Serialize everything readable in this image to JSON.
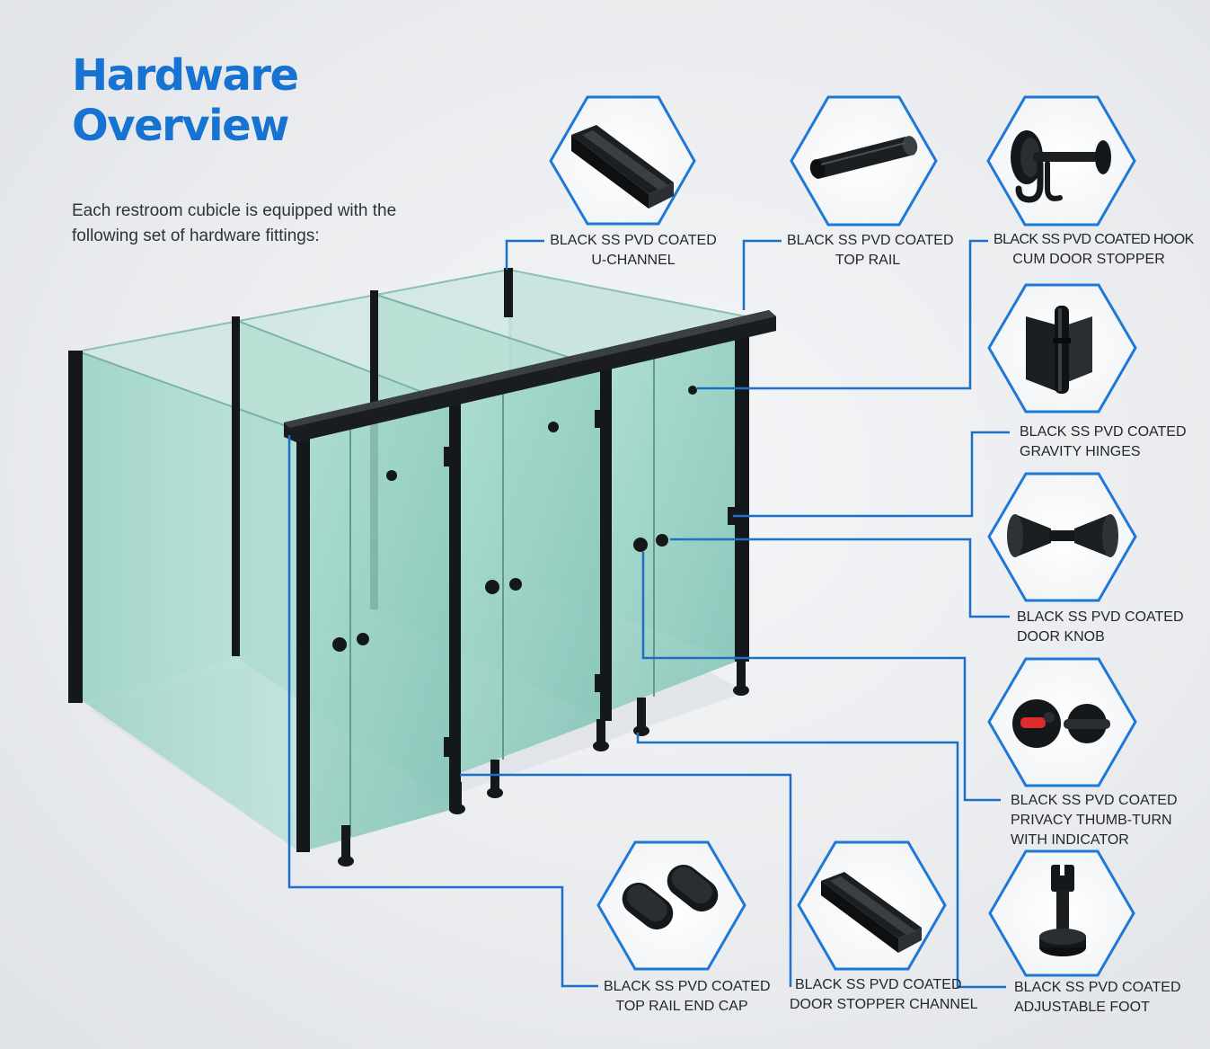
{
  "header": {
    "title_line1": "Hardware",
    "title_line2": "Overview",
    "intro": "Each restroom cubicle is equipped with the following set of hardware fittings:"
  },
  "colors": {
    "accent": "#1673d1",
    "hexagon_border": "#1e78d6",
    "leader_line": "#1d6fc9",
    "glass": "#9fd6c8",
    "frame": "#15181b"
  },
  "hardware": [
    {
      "id": "u_channel",
      "icon": "u-channel-icon",
      "lines": [
        "BLACK SS PVD  COATED",
        "U-CHANNEL"
      ]
    },
    {
      "id": "top_rail",
      "icon": "top-rail-icon",
      "lines": [
        "BLACK SS PVD COATED",
        "TOP RAIL"
      ]
    },
    {
      "id": "hook",
      "icon": "hook-icon",
      "lines": [
        "BLACK SS PVD COATED HOOK",
        "CUM DOOR STOPPER"
      ]
    },
    {
      "id": "hinges",
      "icon": "hinge-icon",
      "lines": [
        "BLACK SS PVD COATED",
        "GRAVITY HINGES"
      ]
    },
    {
      "id": "knob",
      "icon": "door-knob-icon",
      "lines": [
        "BLACK SS PVD COATED",
        "DOOR KNOB"
      ]
    },
    {
      "id": "thumb_turn",
      "icon": "thumb-turn-icon",
      "lines": [
        "BLACK SS PVD COATED",
        "PRIVACY THUMB-TURN",
        "WITH INDICATOR"
      ]
    },
    {
      "id": "foot",
      "icon": "adjustable-foot-icon",
      "lines": [
        "BLACK SS PVD COATED",
        "ADJUSTABLE FOOT"
      ]
    },
    {
      "id": "stopper_channel",
      "icon": "door-stopper-channel-icon",
      "lines": [
        "BLACK SS PVD COATED",
        "DOOR STOPPER CHANNEL"
      ]
    },
    {
      "id": "end_cap",
      "icon": "top-rail-end-cap-icon",
      "lines": [
        "BLACK SS PVD COATED",
        "TOP RAIL END CAP"
      ]
    }
  ]
}
